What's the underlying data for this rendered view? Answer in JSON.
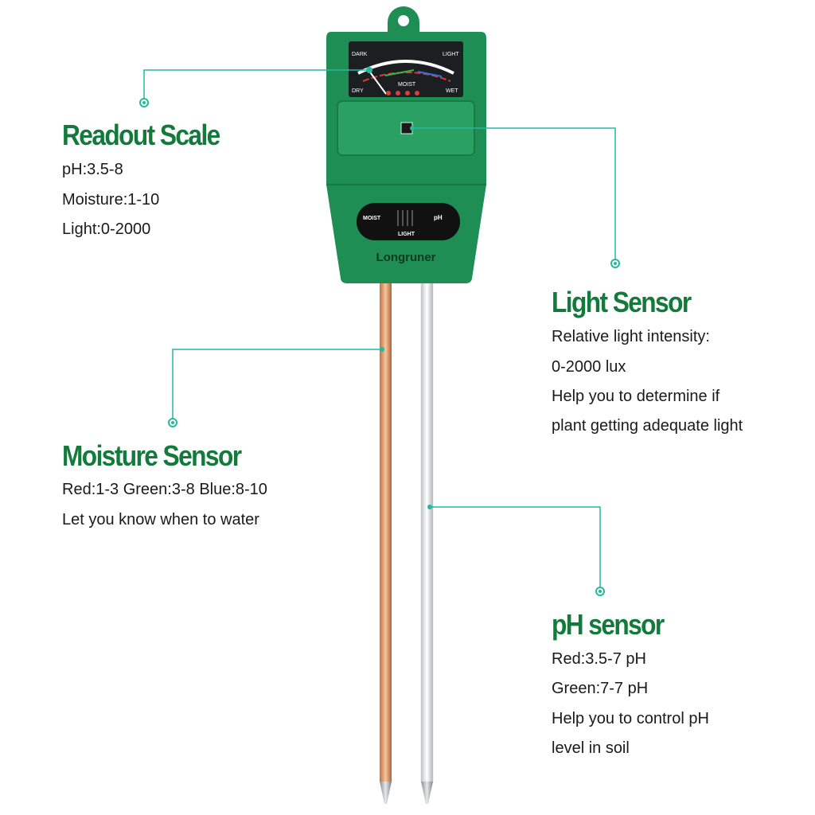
{
  "colors": {
    "heading": "#137a3c",
    "leader": "#27b8a0",
    "body": "#1f8e55"
  },
  "device": {
    "brand": "Longruner",
    "meter_labels": {
      "dark": "DARK",
      "light": "LIGHT",
      "dry": "DRY",
      "moist": "MOIST",
      "wet": "WET"
    },
    "switch_labels": {
      "moist": "MOIST",
      "ph": "pH",
      "light": "LIGHT"
    }
  },
  "callouts": {
    "readout": {
      "title": "Readout Scale",
      "lines": [
        "pH:3.5-8",
        "Moisture:1-10",
        "Light:0-2000"
      ]
    },
    "light": {
      "title": "Light Sensor",
      "lines": [
        "Relative light intensity:",
        "0-2000 lux",
        "Help you to determine if",
        "plant getting adequate light"
      ]
    },
    "moisture": {
      "title": "Moisture Sensor",
      "lines": [
        "Red:1-3 Green:3-8 Blue:8-10",
        "Let you know when to water"
      ]
    },
    "ph": {
      "title": "pH sensor",
      "lines": [
        "Red:3.5-7 pH",
        "Green:7-7 pH",
        "Help you to control pH",
        "level in soil"
      ]
    }
  }
}
